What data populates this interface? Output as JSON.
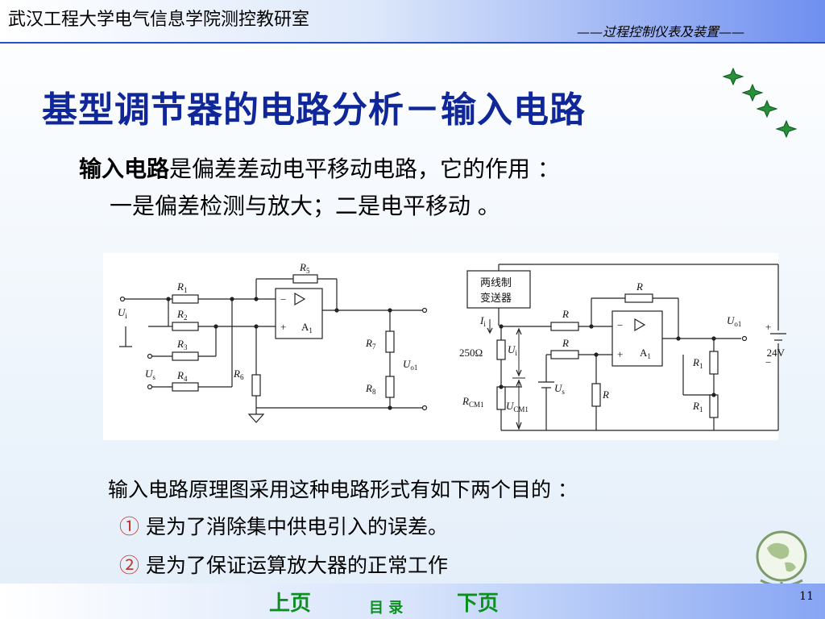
{
  "header": {
    "left": "武汉工程大学电气信息学院测控教研室",
    "right": "——过程控制仪表及装置——"
  },
  "title": "基型调节器的电路分析－输入电路",
  "para": {
    "bold": "输入电路",
    "text1": "是偏差差动电平移动电路，它的作用 ：",
    "text2": "一是偏差检测与放大；二是电平移动 。"
  },
  "circuit_labels": {
    "left": {
      "R1": "R",
      "R1_sub": "1",
      "R2": "R",
      "R2_sub": "2",
      "R3": "R",
      "R3_sub": "3",
      "R4": "R",
      "R4_sub": "4",
      "R5": "R",
      "R5_sub": "5",
      "R6": "R",
      "R6_sub": "6",
      "R7": "R",
      "R7_sub": "7",
      "R8": "R",
      "R8_sub": "8",
      "Ui": "U",
      "Ui_sub": "i",
      "Us": "U",
      "Us_sub": "s",
      "Uo1": "U",
      "Uo1_sub": "o1",
      "A1": "A",
      "A1_sub": "1",
      "minus": "−",
      "plus": "+"
    },
    "right": {
      "transmitter_l1": "两线制",
      "transmitter_l2": "变送器",
      "R_top": "R",
      "R_in1": "R",
      "R_in2": "R",
      "R_gnd": "R",
      "R1a": "R",
      "R1a_sub": "1",
      "R1b": "R",
      "R1b_sub": "1",
      "res250": "250Ω",
      "RCM1": "R",
      "RCM1_sub": "CM1",
      "Ii": "I",
      "Ii_sub": "i",
      "Ui": "U",
      "Ui_sub": "i",
      "Us": "U",
      "Us_sub": "s",
      "UCM1": "U",
      "UCM1_sub": "CM1",
      "Uo1": "U",
      "Uo1_sub": "o1",
      "A1": "A",
      "A1_sub": "1",
      "supply": "24V",
      "plus": "+",
      "minus": "−",
      "minus_in": "−",
      "plus_in": "+"
    }
  },
  "bottom": {
    "intro": "输入电路原理图采用这种电路形式有如下两个目的 ：",
    "item1_marker": "①",
    "item1": "是为了消除集中供电引入的误差。",
    "item2_marker": "②",
    "item2": "是为了保证运算放大器的正常工作"
  },
  "footer": {
    "prev": "上页",
    "toc": "目  录",
    "next": "下页",
    "page": "11"
  }
}
